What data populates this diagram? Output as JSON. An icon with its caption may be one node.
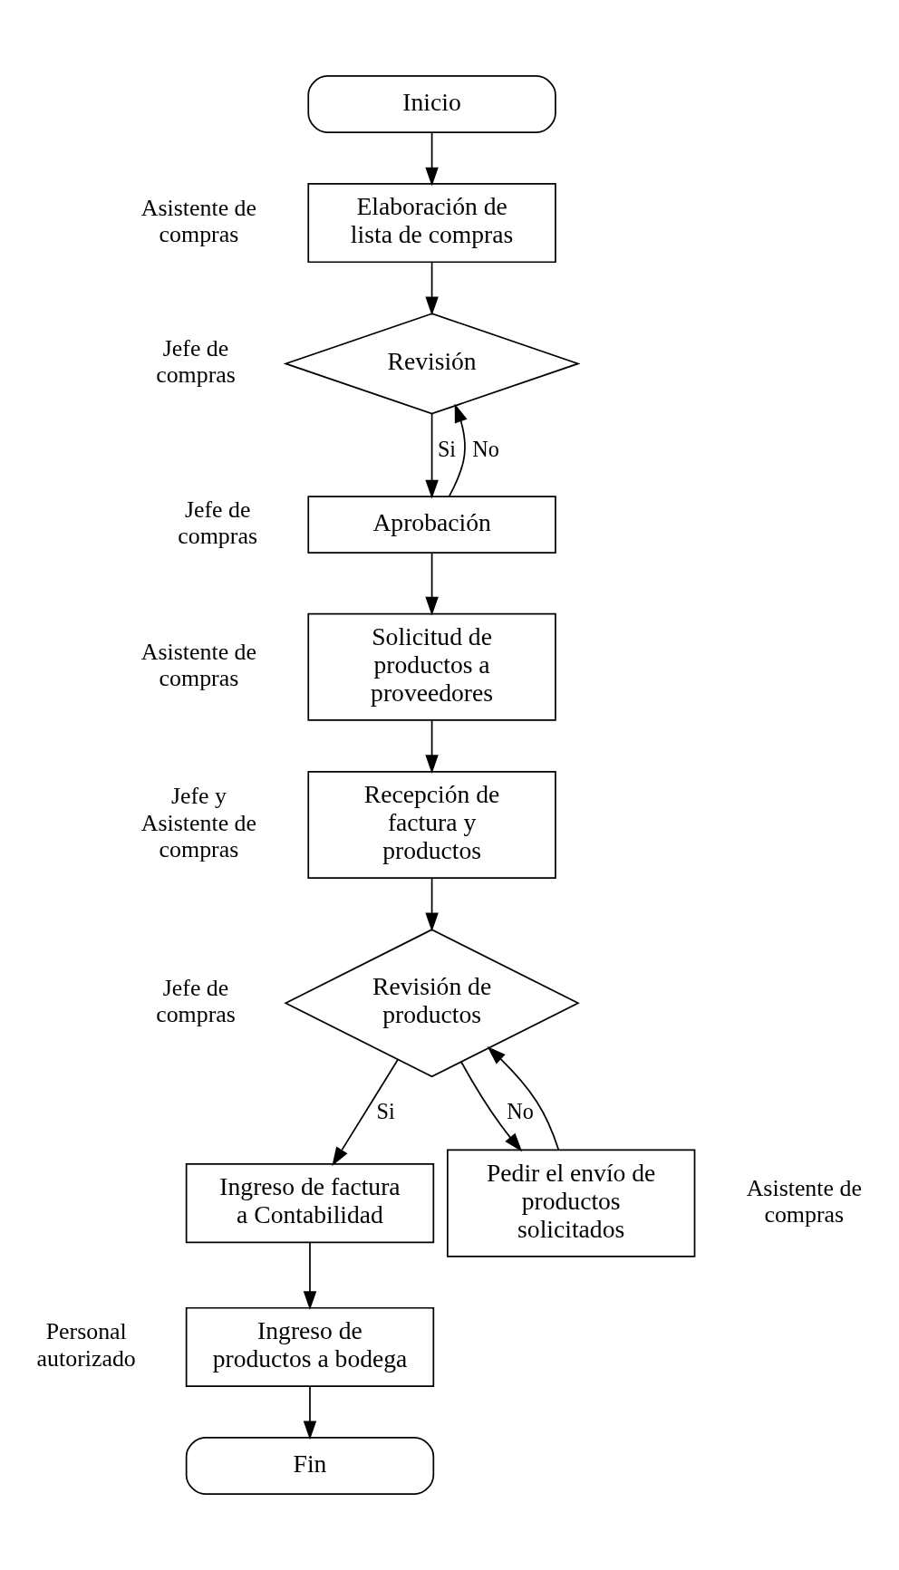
{
  "diagram": {
    "nodes": [
      {
        "text": [
          "Inicio"
        ]
      },
      {
        "text": [
          "Elaboración de lista de compras"
        ],
        "beside": [
          "Asistente de compras"
        ]
      },
      {
        "text": [
          "Revisión"
        ],
        "beside": [
          "Jefe de compras"
        ]
      },
      {
        "text": [
          "Aprobación"
        ],
        "beside": [
          "Jefe de compras"
        ]
      },
      {
        "text": [
          "Solicitud de productos a proveedores"
        ],
        "beside": [
          "Asistente de compras"
        ]
      },
      {
        "text": [
          "Recepción de factura y productos"
        ],
        "beside": [
          "Jefe y Asistente de compras"
        ]
      },
      {
        "text": [
          "Revisión de productos"
        ],
        "beside": [
          "Jefe de compras"
        ]
      },
      {
        "text": [
          "Ingreso de factura a Contabilidad"
        ]
      },
      {
        "text": [
          "Pedir el envío de productos solicitados"
        ],
        "beside": [
          "Asistente de compras"
        ]
      },
      {
        "text": [
          "Ingreso de productos a bodega"
        ],
        "beside": [
          "Personal autorizado"
        ]
      },
      {
        "text": [
          "Fin"
        ]
      }
    ],
    "edges": [
      {
        "from": 0,
        "to": 1,
        "arrow": "to"
      },
      {
        "from": 1,
        "to": 2,
        "arrow": "to"
      },
      {
        "from": 2,
        "to": 3,
        "arrow": "to",
        "label": "Si"
      },
      {
        "from": 3,
        "to": 2,
        "arrow": "to",
        "label": "No"
      },
      {
        "from": 3,
        "to": 4,
        "arrow": "to"
      },
      {
        "from": 4,
        "to": 5,
        "arrow": "to"
      },
      {
        "from": 5,
        "to": 6,
        "arrow": "to"
      },
      {
        "from": 6,
        "to": 7,
        "arrow": "to",
        "label": "Si"
      },
      {
        "from": 6,
        "to": 8,
        "arrow": "to",
        "label": "No"
      },
      {
        "from": 8,
        "to": 6,
        "arrow": "to"
      },
      {
        "from": 7,
        "to": 9,
        "arrow": "to"
      },
      {
        "from": 9,
        "to": 10,
        "arrow": "to"
      }
    ]
  }
}
